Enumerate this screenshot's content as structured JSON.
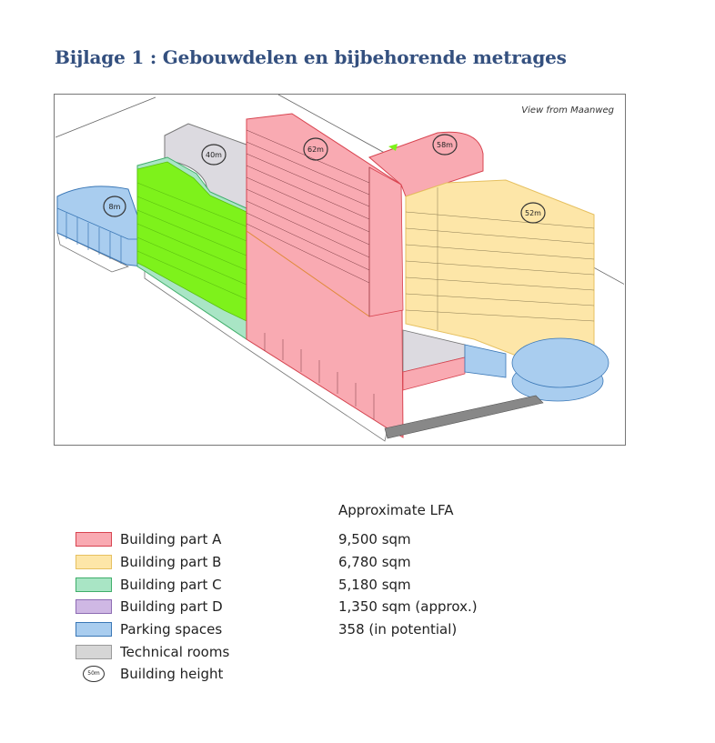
{
  "title": "Bijlage 1 : Gebouwdelen en bijbehorende metrages",
  "diagram": {
    "view_label": "View from Maanweg",
    "heights": {
      "parking": "8m",
      "technical": "40m",
      "part_a_tower": "62m",
      "part_a_wing": "58m",
      "part_b": "52m"
    }
  },
  "legend": {
    "header": "Approximate LFA",
    "items": [
      {
        "label": "Building part A",
        "value": "9,500 sqm",
        "fill": "#f9aab2",
        "border": "#d84450"
      },
      {
        "label": "Building part B",
        "value": "6,780 sqm",
        "fill": "#fde6a8",
        "border": "#e6c060"
      },
      {
        "label": "Building part C",
        "value": "5,180 sqm",
        "fill": "#a9e5c5",
        "border": "#3fae6a"
      },
      {
        "label": "Building part D",
        "value": "1,350 sqm (approx.)",
        "fill": "#cfb8e4",
        "border": "#8d6bb3"
      },
      {
        "label": "Parking spaces",
        "value": "358 (in potential)",
        "fill": "#a9cdef",
        "border": "#3a77b6"
      },
      {
        "label": "Technical rooms",
        "fill": "#d6d6d6",
        "border": "#9a9a9a"
      }
    ],
    "height_label": "Building height",
    "height_icon_text": "50m"
  }
}
